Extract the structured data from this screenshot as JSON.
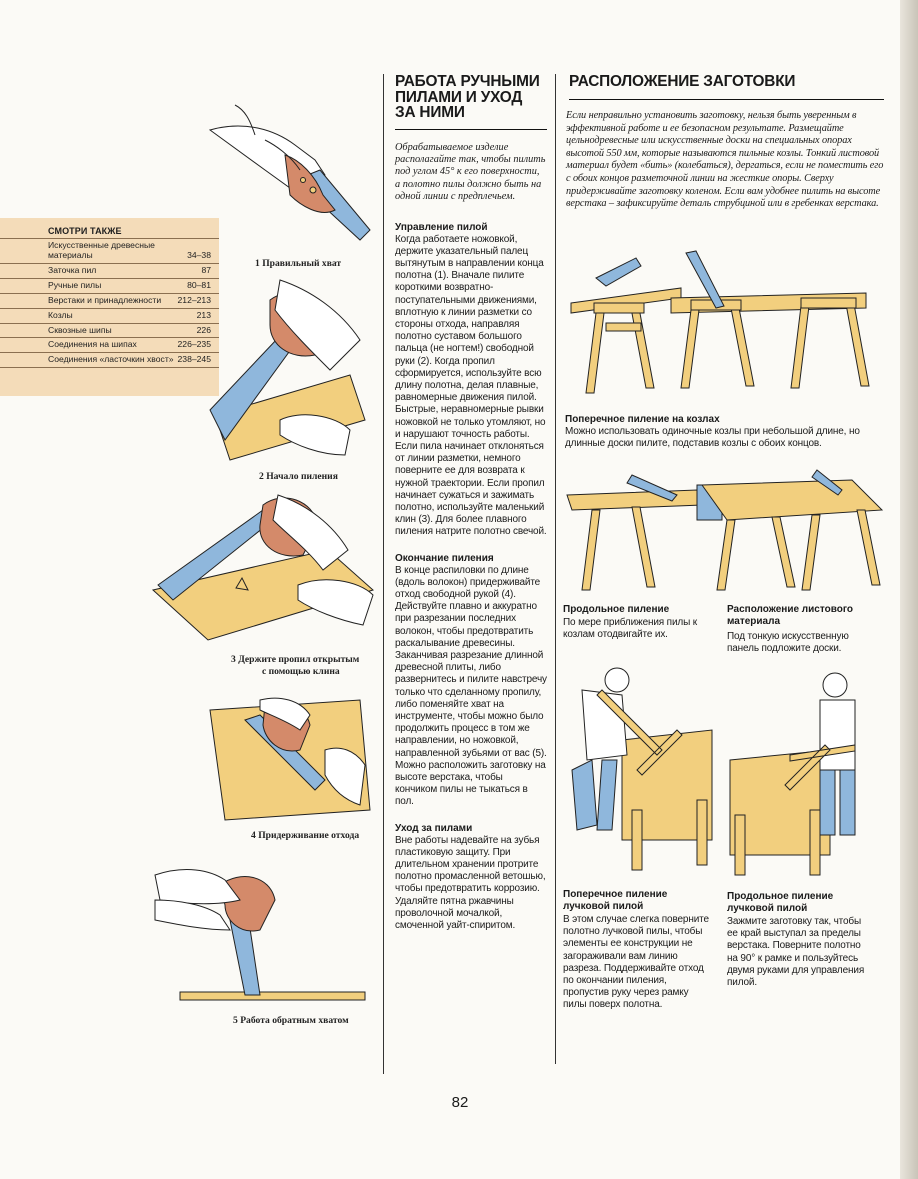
{
  "see_also": {
    "title": "СМОТРИ ТАКЖЕ",
    "items": [
      {
        "label": "Искусственные древесные материалы",
        "pages": "34–38"
      },
      {
        "label": "Заточка пил",
        "pages": "87"
      },
      {
        "label": "Ручные пилы",
        "pages": "80–81"
      },
      {
        "label": "Верстаки и принадлежности",
        "pages": "212–213"
      },
      {
        "label": "Козлы",
        "pages": "213"
      },
      {
        "label": "Сквозные шипы",
        "pages": "226"
      },
      {
        "label": "Соединения на шипах",
        "pages": "226–235"
      },
      {
        "label": "Соединения «ласточкин хвост»",
        "pages": "238–245"
      }
    ]
  },
  "figures": {
    "f1": "1 Правильный хват",
    "f2": "2 Начало пиления",
    "f3a": "3 Держите пропил открытым",
    "f3b": "с помощью клина",
    "f4": "4 Придерживание отхода",
    "f5": "5 Работа обратным хватом"
  },
  "middle": {
    "title_lines": [
      "РАБОТА РУЧНЫМИ",
      "ПИЛАМИ И УХОД",
      "ЗА НИМИ"
    ],
    "intro": "Обрабатываемое изделие располагайте так, чтобы пилить под углом 45° к его поверхности, а полотно пилы должно быть на одной линии с предплечьем.",
    "s1_title": "Управление пилой",
    "s1_text": "Когда работаете ножовкой, держите указательный палец вытянутым в направлении конца полотна (1). Вначале пилите короткими возвратно-поступательными движениями, вплотную к линии разметки со стороны отхода, направляя полотно суставом большого пальца (не ногтем!) свободной руки (2). Когда пропил сформируется, используйте всю длину полотна, делая плавные, равномерные движения пилой. Быстрые, неравномерные рывки ножовкой не только утомляют, но и нарушают точность работы. Если пила начинает отклоняться от линии разметки, немного поверните ее для возврата к нужной траектории. Если пропил начинает сужаться и зажимать полотно, используйте маленький клин (3). Для более плавного пиления натрите полотно свечой.",
    "s2_title": "Окончание пиления",
    "s2_text": "В конце распиловки по длине (вдоль волокон) придерживайте отход свободной рукой (4). Действуйте плавно и аккуратно при разрезании последних волокон, чтобы предотвратить раскалывание древесины. Заканчивая разрезание длинной древесной плиты, либо развернитесь и пилите навстречу только что сделанному пропилу, либо поменяйте хват на инструменте, чтобы можно было продолжить процесс в том же направлении, но ножовкой, направленной зубьями от вас (5). Можно расположить заготовку на высоте верстака, чтобы кончиком пилы не тыкаться в пол.",
    "s3_title": "Уход за пилами",
    "s3_text": "Вне работы надевайте на зубья пластиковую защиту. При длительном хранении протрите полотно промасленной ветошью, чтобы предотвратить коррозию. Удаляйте пятна ржавчины проволочной мочалкой, смоченной уайт-спиритом."
  },
  "right": {
    "title": "РАСПОЛОЖЕНИЕ ЗАГОТОВКИ",
    "intro": "Если неправильно установить заготовку, нельзя быть уверенным в эффективной работе и ее безопасном результате. Размещайте цельнодревесные или искусственные доски на специальных опорах высотой 550 мм, которые называются пильные козлы. Тонкий листовой материал будет «бить» (колебаться), дергаться, если не поместить его с обоих концов разметочной линии на жесткие опоры. Сверху придерживайте заготовку коленом. Если вам удобнее пилить на высоте верстака – зафиксируйте деталь струбциной или в гребенках верстака.",
    "b1_title": "Поперечное пиление на козлах",
    "b1_text": "Можно использовать одиночные козлы при небольшой длине, но длинные доски пилите, подставив козлы с обоих концов.",
    "b2_title": "Продольное пиление",
    "b2_text": "По мере приближения пилы к козлам отодвигайте их.",
    "b3_title": "Расположение листового материала",
    "b3_text": "Под тонкую искусственную панель подложите доски.",
    "b4_title": "Поперечное пиление лучковой пилой",
    "b4_text": "В этом случае слегка поверните полотно лучковой пилы, чтобы элементы ее конструкции не загораживали вам линию разреза. Поддерживайте отход по окончании пиления, пропустив руку через рамку пилы поверх полотна.",
    "b5_title": "Продольное пиление лучковой пилой",
    "b5_text": "Зажмите заготовку так, чтобы ее край выступал за пределы верстака. Поверните полотно на 90° к рамке и пользуйтесь двумя руками для управления пилой."
  },
  "page_number": "82",
  "colors": {
    "sidebar_bg": "#f4dcb9",
    "wood": "#f2cf7e",
    "saw_blade": "#8fb7dc",
    "handle": "#d48a6a",
    "skin": "#ffffff"
  }
}
